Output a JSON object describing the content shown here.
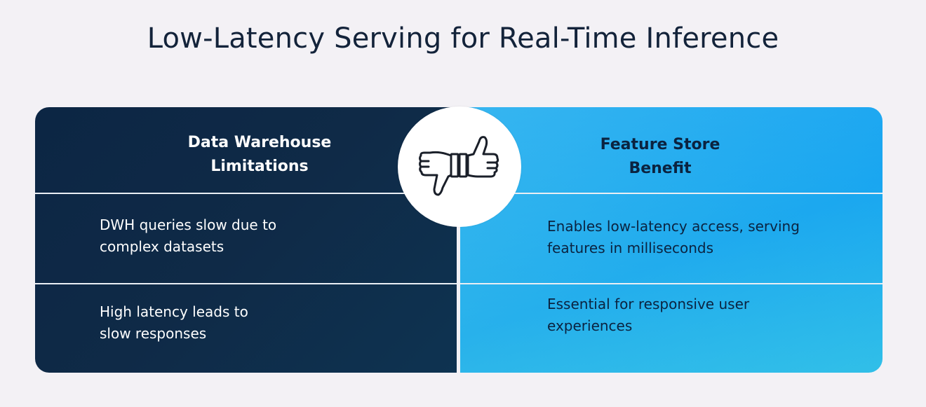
{
  "title": "Low-Latency Serving for Real-Time Inference",
  "left": {
    "header_line1": "Data Warehouse",
    "header_line2": "Limitations",
    "rows": [
      {
        "line1": "DWH queries slow due to",
        "line2": "complex datasets"
      },
      {
        "line1": "High latency leads to",
        "line2": "slow responses"
      }
    ]
  },
  "right": {
    "header_line1": "Feature Store",
    "header_line2": "Benefit",
    "rows": [
      {
        "line1": "Enables low-latency access, serving",
        "line2": "features in milliseconds"
      },
      {
        "line1": "Essential for responsive user",
        "line2": "experiences"
      }
    ]
  },
  "center_icon": "thumbs-down-up-icon",
  "colors": {
    "left_panel": "#0f2a47",
    "right_panel": "#1da8ec",
    "title_text": "#13233a"
  }
}
